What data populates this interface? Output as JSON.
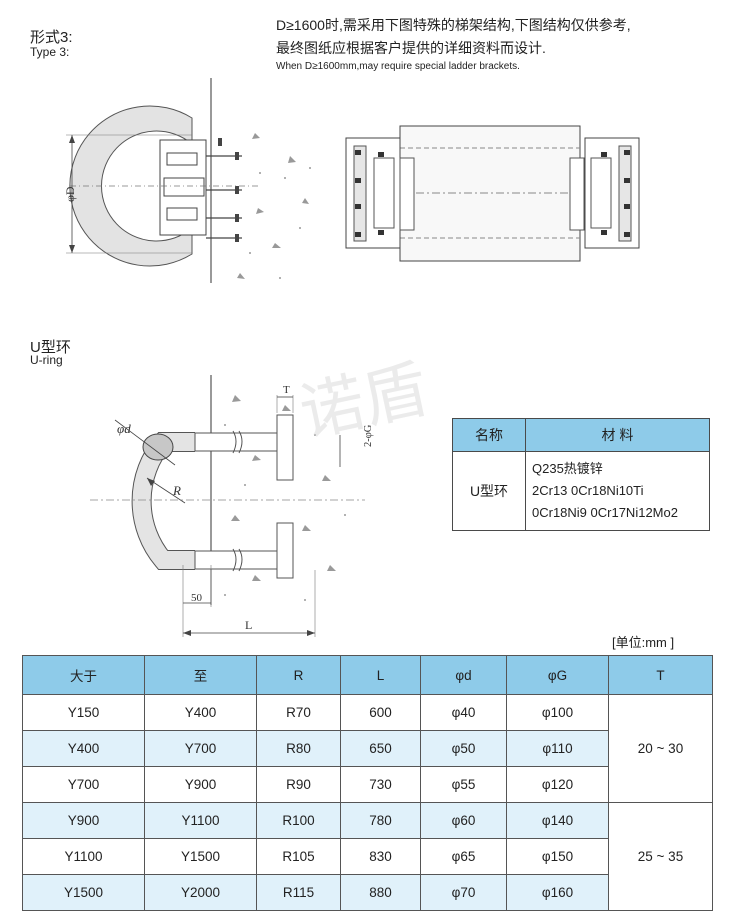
{
  "form": {
    "title_zh": "形式3:",
    "title_en": "Type 3:"
  },
  "note": {
    "line1": "D≥1600时,需采用下图特殊的梯架结构,下图结构仅供参考,",
    "line2": "最终图纸应根据客户提供的详细资料而设计.",
    "line3": "When D≥1600mm,may require special ladder brackets."
  },
  "uring": {
    "title_zh": "U型环",
    "title_en": "U-ring"
  },
  "drawing_labels": {
    "phi_D": "φD",
    "phi_d": "φd",
    "R": "R",
    "T": "T",
    "two_phi_G": "2-φG",
    "fifty": "50",
    "L": "L"
  },
  "materials": {
    "header_name": "名称",
    "header_material": "材 料",
    "name": "U型环",
    "lines": [
      "Q235热镀锌",
      "2Cr13  0Cr18Ni10Ti",
      "0Cr18Ni9  0Cr17Ni12Mo2"
    ]
  },
  "watermark": "诺盾",
  "unit": "[单位:mm ]",
  "table": {
    "headers": [
      "大于",
      "至",
      "R",
      "L",
      "φd",
      "φG",
      "T"
    ],
    "rows": [
      [
        "Y150",
        "Y400",
        "R70",
        "600",
        "φ40",
        "φ100"
      ],
      [
        "Y400",
        "Y700",
        "R80",
        "650",
        "φ50",
        "φ110"
      ],
      [
        "Y700",
        "Y900",
        "R90",
        "730",
        "φ55",
        "φ120"
      ],
      [
        "Y900",
        "Y1100",
        "R100",
        "780",
        "φ60",
        "φ140"
      ],
      [
        "Y1100",
        "Y1500",
        "R105",
        "830",
        "φ65",
        "φ150"
      ],
      [
        "Y1500",
        "Y2000",
        "R115",
        "880",
        "φ70",
        "φ160"
      ]
    ],
    "t_values": [
      "20 ~ 30",
      "25 ~ 35"
    ]
  }
}
